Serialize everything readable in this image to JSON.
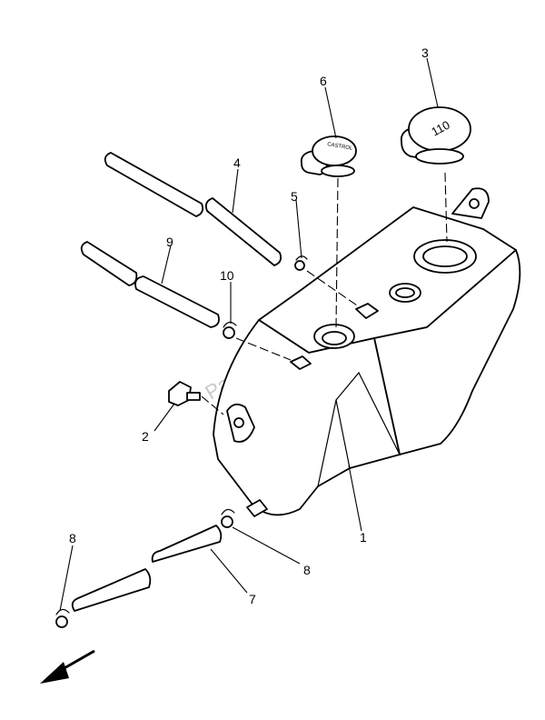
{
  "diagram": {
    "watermark": "PartsRepublik",
    "cap_3_marking": "110",
    "cap_6_marking": "CASTROL",
    "callouts": [
      {
        "id": "c1",
        "label": "1"
      },
      {
        "id": "c2",
        "label": "2"
      },
      {
        "id": "c3",
        "label": "3"
      },
      {
        "id": "c4",
        "label": "4"
      },
      {
        "id": "c5",
        "label": "5"
      },
      {
        "id": "c6",
        "label": "6"
      },
      {
        "id": "c7",
        "label": "7"
      },
      {
        "id": "c8a",
        "label": "8"
      },
      {
        "id": "c8b",
        "label": "8"
      },
      {
        "id": "c9",
        "label": "9"
      },
      {
        "id": "c10",
        "label": "10"
      }
    ]
  }
}
